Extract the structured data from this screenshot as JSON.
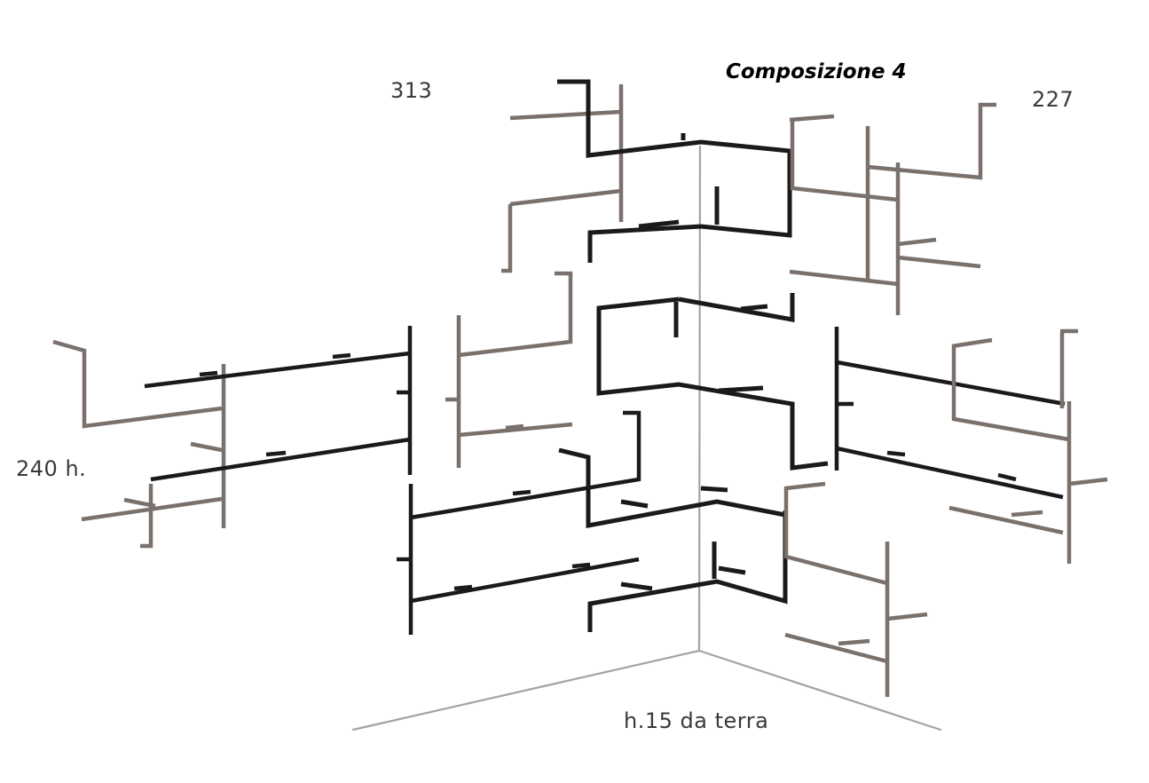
{
  "title": "Composizione 4",
  "dimensions": {
    "left_wall_width": "313",
    "right_wall_width": "227",
    "height": "240 h.",
    "floor_clearance": "h.15 da terra"
  },
  "colors": {
    "dark_stroke": "#1a1a1a",
    "light_stroke": "#7a716c",
    "wall_lines": "#a8a29e",
    "text": "#3a3a3a"
  }
}
